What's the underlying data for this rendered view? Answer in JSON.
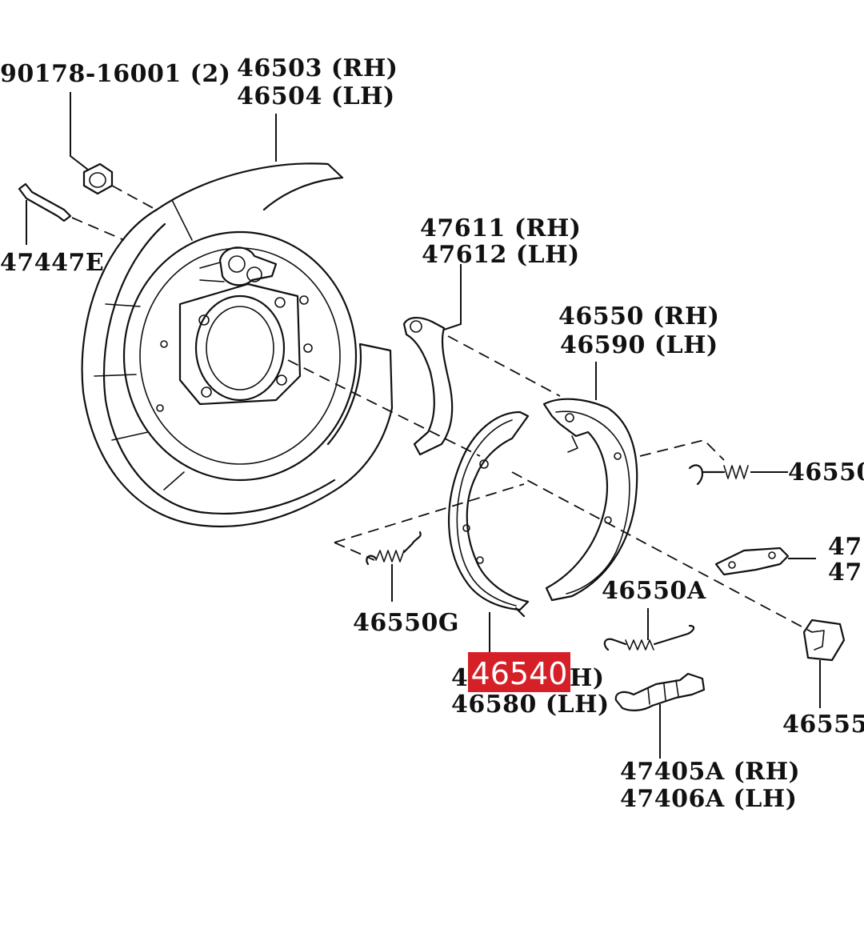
{
  "labels": {
    "bolt_90178": "90178-16001 (2)",
    "bolt_47447": "47447E",
    "dust_cover_rh": "46503 (RH)",
    "dust_cover_lh": "46504 (LH)",
    "lever_rh": "47611 (RH)",
    "lever_lh": "47612 (LH)",
    "shoe_rh": "46550 (RH)",
    "shoe_lh": "46590 (LH)",
    "spring_right": "46550",
    "strut_right_1": "47",
    "strut_right_2": "47",
    "spring_g": "46550G",
    "spring_a": "46550A",
    "shoe2_rh_suffix": "H)",
    "shoe2_rh_prefix": "4",
    "shoe2_lh": "46580 (LH)",
    "clip": "46555",
    "adjuster_rh": "47405A (RH)",
    "adjuster_lh": "47406A (LH)"
  },
  "highlight": {
    "text": "46540",
    "color": "#d62027"
  }
}
